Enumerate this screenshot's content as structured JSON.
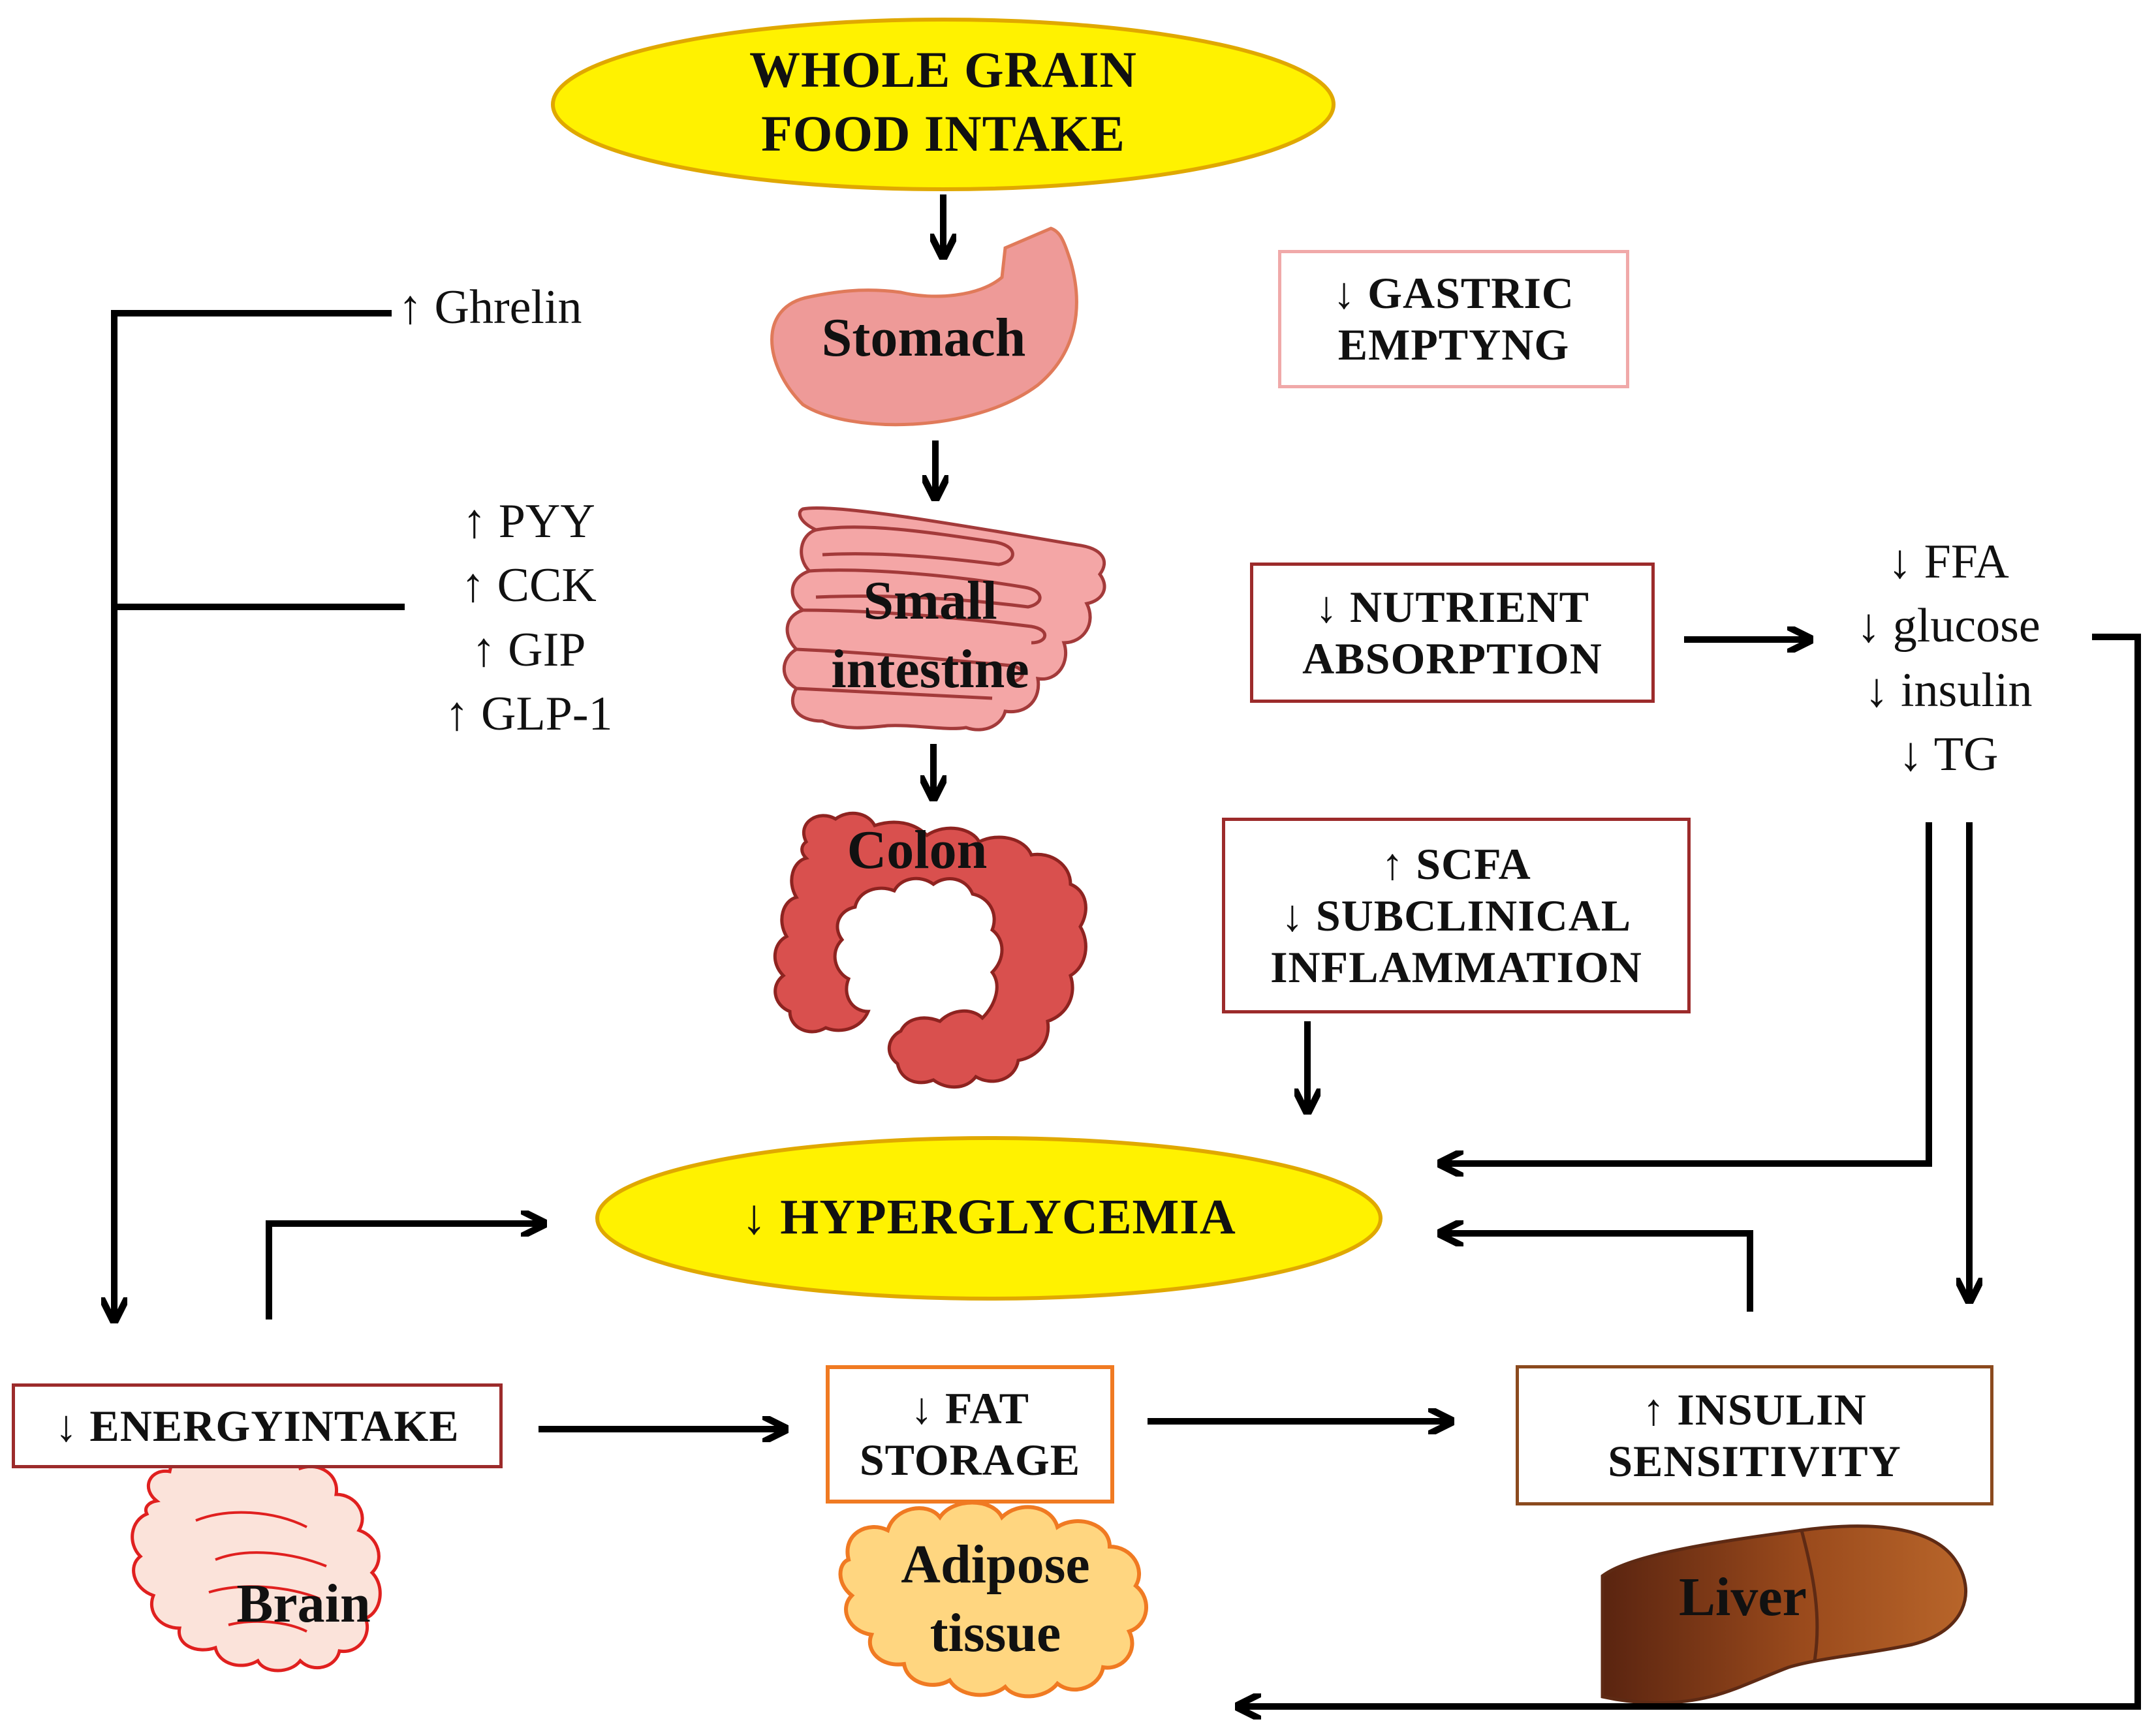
{
  "title": {
    "line1": "WHOLE GRAIN",
    "line2": "FOOD INTAKE"
  },
  "outcome": "↓ HYPERGLYCEMIA",
  "organs": {
    "stomach": "Stomach",
    "small_intestine_1": "Small",
    "small_intestine_2": "intestine",
    "colon": "Colon",
    "brain": "Brain",
    "adipose_1": "Adipose",
    "adipose_2": "tissue",
    "liver": "Liver"
  },
  "hormones": {
    "ghrelin": "↑ Ghrelin",
    "pyy": "↑ PYY",
    "cck": "↑ CCK",
    "gip": "↑ GIP",
    "glp1": "↑ GLP-1"
  },
  "boxes": {
    "gastric_1": "↓ GASTRIC",
    "gastric_2": "EMPTYNG",
    "nutrient_1": "↓ NUTRIENT",
    "nutrient_2": "ABSORPTION",
    "scfa_1": "↑ SCFA",
    "scfa_2": "↓ SUBCLINICAL",
    "scfa_3": "INFLAMMATION",
    "energy": "↓ ENERGYINTAKE",
    "fat_1": "↓ FAT",
    "fat_2": "STORAGE",
    "insulin_1": "↑ INSULIN",
    "insulin_2": "SENSITIVITY"
  },
  "metabolites": {
    "ffa": "↓ FFA",
    "glucose": "↓ glucose",
    "insulin": "↓ insulin",
    "tg": "↓ TG"
  },
  "colors": {
    "yellow": "#FFF200",
    "yellow_border": "#E0A800",
    "stomach": "#EE9A98",
    "intestine": "#F4A6A6",
    "colon": "#D9504E",
    "brain": "#FBE3DA",
    "adipose": "#FFD680",
    "liver": "#8B3E1E",
    "box_gastric": "#F0A9A9",
    "box_dark_red": "#9C2B2B",
    "box_orange": "#F07A22",
    "box_brown": "#8B4A1E"
  }
}
